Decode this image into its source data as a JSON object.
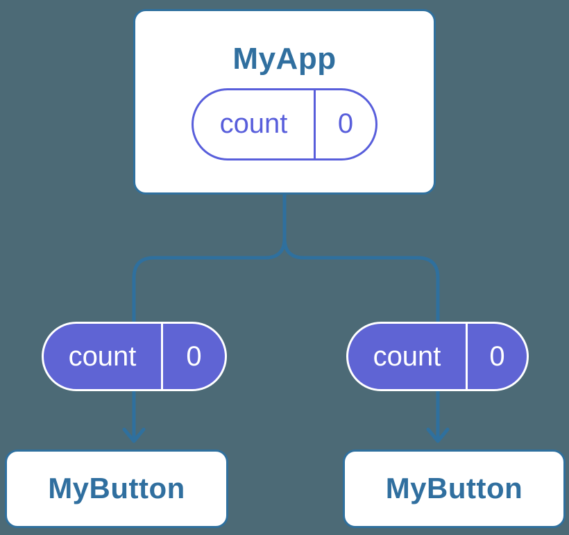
{
  "colors": {
    "background": "#4C6A76",
    "line": "#2F709E",
    "text": "#306F9F",
    "purple_fill": "#5F64D4",
    "purple_outline": "#585EDB",
    "card_background": "#FFFFFF",
    "pill_filled_text": "#FFFFFF"
  },
  "root_component": {
    "title": "MyApp",
    "state": {
      "label": "count",
      "value": "0"
    }
  },
  "child_components": [
    {
      "title": "MyButton",
      "state": {
        "label": "count",
        "value": "0"
      }
    },
    {
      "title": "MyButton",
      "state": {
        "label": "count",
        "value": "0"
      }
    }
  ]
}
